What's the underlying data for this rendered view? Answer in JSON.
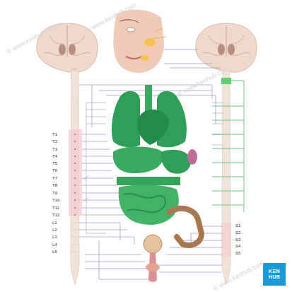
{
  "diagram": {
    "labels": [
      "T1",
      "T2",
      "T3",
      "T4",
      "T5",
      "T6",
      "T7",
      "T8",
      "T9",
      "T10",
      "T11",
      "T12",
      "L1",
      "L2",
      "L3",
      "L4",
      "L5",
      "S1",
      "S2",
      "S3",
      "S4",
      "S5",
      "© www.kenhub.com",
      "© www.kenhub.com",
      "© www.kenhub.com",
      "© www.kenhub.com",
      "KEN HUB"
    ]
  }
}
